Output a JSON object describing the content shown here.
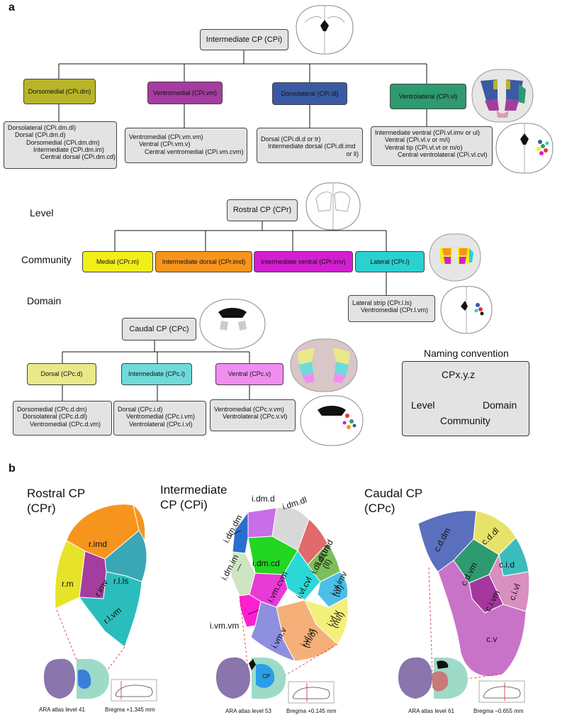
{
  "panel_a": {
    "label": "a",
    "cpi": {
      "title": "Intermediate CP (CPi)",
      "communities": [
        {
          "label": "Dorsomedial (CPi.dm)",
          "color": "#b8b52a",
          "domains": [
            "Dorsolateral (CPi.dm.dl)",
            "Dorsal (CPi.dm.d)",
            "Dorsomedial (CPi.dm.dm)",
            "Intermediate (CPi.dm.im)",
            "Central dorsal (CPi.dm.cd)"
          ]
        },
        {
          "label": "Ventromedial (CPi.vm)",
          "color": "#a43d9e",
          "domains": [
            "Ventromedial (CPi.vm.vm)",
            "Ventral (CPi.vm.v)",
            "Central ventromedial (CPi.vm.cvm)"
          ]
        },
        {
          "label": "Dorsolateral (CPi.dl)",
          "color": "#3a5ba4",
          "domains": [
            "Dorsal (CPi.dl.d or tr)",
            "Intermediate dorsal (CPi.dl.imd",
            "or ll)"
          ]
        },
        {
          "label": "Ventrolateral (CPi.vl)",
          "color": "#2e9a6f",
          "domains": [
            "Intermediate ventral (CPi.vl.imv or ul)",
            "Ventral (CPi.vl.v or m/i)",
            "Ventral tip (CPi.vl.vt or m/o)",
            "Central ventrolateral (CPi.vl.cvl)"
          ]
        }
      ]
    },
    "cpr": {
      "title": "Rostral CP (CPr)",
      "communities": [
        {
          "label": "Medial (CPr.m)",
          "color": "#f2ee1a"
        },
        {
          "label": "Intermediate dorsal (CPr.imd)",
          "color": "#f7941d"
        },
        {
          "label": "Intermediate ventral (CPr.imv)",
          "color": "#d21fd0"
        },
        {
          "label": "Lateral (CPr.l)",
          "color": "#2bd0d0"
        }
      ],
      "lateral_domains": [
        "Lateral strip (CPr.l.ls)",
        "Ventromedial (CPr.l.vm)"
      ]
    },
    "levels": {
      "level": "Level",
      "community": "Community",
      "domain": "Domain"
    },
    "cpc": {
      "title": "Caudal CP (CPc)",
      "communities": [
        {
          "label": "Dorsal (CPc.d)",
          "color": "#e9e98a",
          "domains": [
            "Dorsomedial (CPc.d.dm)",
            "Dorsolateral (CPc.d.dl)",
            "Ventromedial (CPc.d.vm)"
          ]
        },
        {
          "label": "Intermediate (CPc.i)",
          "color": "#6fdada",
          "domains": [
            "Dorsal (CPc.i.d)",
            "Ventromedial (CPc.i.vm)",
            "Ventrolateral (CPc.i.vl)"
          ]
        },
        {
          "label": "Ventral (CPc.v)",
          "color": "#ef8eef",
          "domains": [
            "Ventromedial (CPc.v.vm)",
            "Ventrolateral (CPc.v.vl)"
          ]
        }
      ]
    },
    "naming": {
      "title": "Naming convention",
      "formula": "CPx.y.z",
      "level": "Level",
      "community": "Community",
      "domain": "Domain"
    }
  },
  "panel_b": {
    "label": "b",
    "rostral": {
      "title_line1": "Rostral CP",
      "title_line2": "(CPr)",
      "regions": [
        "r.imd",
        "r.m",
        "r.imv",
        "r.l.ls",
        "r.l.vm"
      ],
      "atlas": "ARA atlas level 41",
      "bregma": "Bregma +1.345 mm"
    },
    "intermediate": {
      "title_line1": "Intermediate",
      "title_line2": "CP (CPi)",
      "regions": [
        "i.dm.d",
        "i.dm.dl",
        "i.dm.dm",
        "i.dl.d (tr)",
        "i.dl.imd",
        "(ll)",
        "i.dm.cd",
        "i.dm.im",
        "i.vl.imv",
        "(ul)",
        "i.vl.cvl",
        "i.vm.cvm",
        "i.vl.v",
        "(m/i)",
        "i.vm.vm",
        "i.vl.vt",
        "(m/o)",
        "i.vm.v"
      ],
      "center_label": "CP",
      "atlas": "ARA atlas level 53",
      "bregma": "Bregma +0.145 mm"
    },
    "caudal": {
      "title_line1": "Caudal CP",
      "title_line2": "(CPc)",
      "regions": [
        "c.d.dm",
        "c.d.dl",
        "c.i.d",
        "c.d.vm",
        "c.i.vl",
        "c.i.vm",
        "c.v"
      ],
      "atlas": "ARA atlas level 61",
      "bregma": "Bregma −0.655 mm"
    }
  }
}
